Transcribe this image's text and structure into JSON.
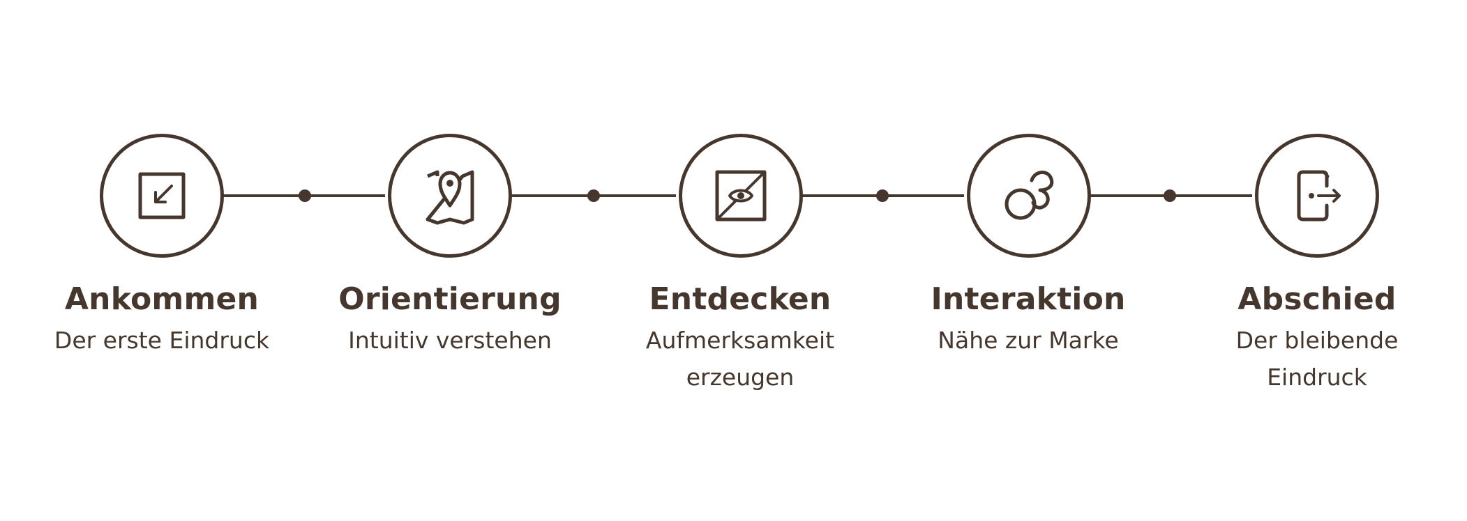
{
  "steps": [
    {
      "title": "Ankommen",
      "subtitle": "Der erste Eindruck",
      "icon": "arrow-into-box-icon"
    },
    {
      "title": "Orientierung",
      "subtitle": "Intuitiv verstehen",
      "icon": "map-pin-icon"
    },
    {
      "title": "Entdecken",
      "subtitle": "Aufmerksamkeit erzeugen",
      "icon": "eye-frame-icon"
    },
    {
      "title": "Interaktion",
      "subtitle": "Nähe zur Marke",
      "icon": "linked-circles-icon"
    },
    {
      "title": "Abschied",
      "subtitle": "Der bleibende Eindruck",
      "icon": "exit-door-icon"
    }
  ],
  "colors": {
    "primary": "#45372d",
    "background": "#ffffff"
  }
}
